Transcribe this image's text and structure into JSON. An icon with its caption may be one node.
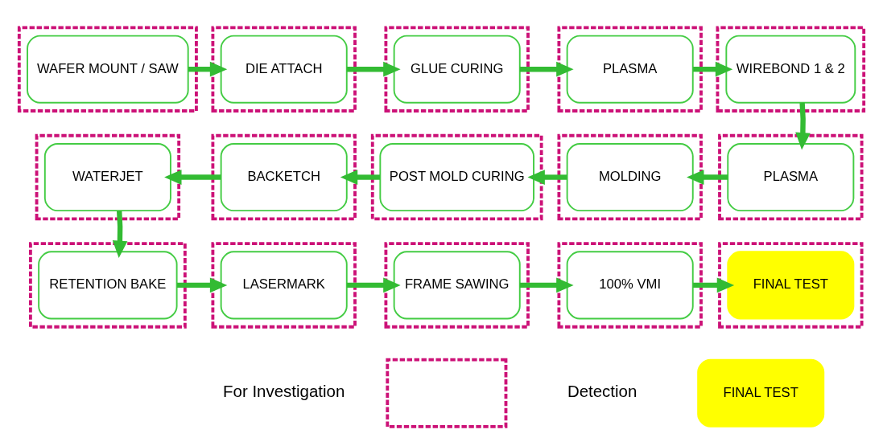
{
  "diagram": {
    "nodes": [
      {
        "text": [],
        "shape": "box"
      },
      {
        "text": [
          "WAFER MOUNT / SAW"
        ],
        "in": 0
      },
      {
        "text": [],
        "shape": "box"
      },
      {
        "text": [
          "DIE ATTACH"
        ],
        "in": 2
      },
      {
        "text": [],
        "shape": "box"
      },
      {
        "text": [
          "GLUE CURING"
        ],
        "in": 4
      },
      {
        "text": [],
        "shape": "box"
      },
      {
        "text": [
          "PLASMA"
        ],
        "in": 6
      },
      {
        "text": [],
        "shape": "box"
      },
      {
        "text": [
          "WIREBOND 1 & 2"
        ],
        "in": 8
      },
      {
        "text": [],
        "shape": "box"
      },
      {
        "text": [
          "PLASMA"
        ],
        "in": 10
      },
      {
        "text": [],
        "shape": "box"
      },
      {
        "text": [
          "MOLDING"
        ],
        "in": 12
      },
      {
        "text": [],
        "shape": "box"
      },
      {
        "text": [
          "POST MOLD CURING"
        ],
        "in": 14
      },
      {
        "text": [],
        "shape": "box"
      },
      {
        "text": [
          "BACKETCH"
        ],
        "in": 16
      },
      {
        "text": [],
        "shape": "box"
      },
      {
        "text": [
          "WATERJET"
        ],
        "in": 18
      },
      {
        "text": [],
        "shape": "box"
      },
      {
        "text": [
          "RETENTION BAKE"
        ],
        "in": 20
      },
      {
        "text": [],
        "shape": "box"
      },
      {
        "text": [
          "LASERMARK"
        ],
        "in": 22
      },
      {
        "text": [],
        "shape": "box"
      },
      {
        "text": [
          "FRAME SAWING"
        ],
        "in": 24
      },
      {
        "text": [],
        "shape": "box"
      },
      {
        "text": [
          "100% VMI"
        ],
        "in": 26
      },
      {
        "text": [],
        "shape": "box"
      },
      {
        "text": [
          "FINAL TEST"
        ],
        "in": 28
      },
      {
        "text": [],
        "shape": "box"
      },
      {
        "text": [
          "FINAL TEST"
        ]
      }
    ],
    "edges": [
      {
        "from": 1,
        "to": 3,
        "arrow": "to"
      },
      {
        "from": 3,
        "to": 5,
        "arrow": "to"
      },
      {
        "from": 5,
        "to": 7,
        "arrow": "to"
      },
      {
        "from": 7,
        "to": 9,
        "arrow": "to"
      },
      {
        "from": 9,
        "to": 11,
        "arrow": "to"
      },
      {
        "from": 11,
        "to": 13,
        "arrow": "to"
      },
      {
        "from": 13,
        "to": 15,
        "arrow": "to"
      },
      {
        "from": 15,
        "to": 17,
        "arrow": "to"
      },
      {
        "from": 17,
        "to": 19,
        "arrow": "to"
      },
      {
        "from": 19,
        "to": 21,
        "arrow": "to"
      },
      {
        "from": 21,
        "to": 23,
        "arrow": "to"
      },
      {
        "from": 23,
        "to": 25,
        "arrow": "to"
      },
      {
        "from": 25,
        "to": 27,
        "arrow": "to"
      },
      {
        "from": 27,
        "to": 29,
        "arrow": "to"
      }
    ],
    "legend": [
      {
        "text": "For Investigation"
      },
      {
        "text": "Detection"
      }
    ]
  }
}
